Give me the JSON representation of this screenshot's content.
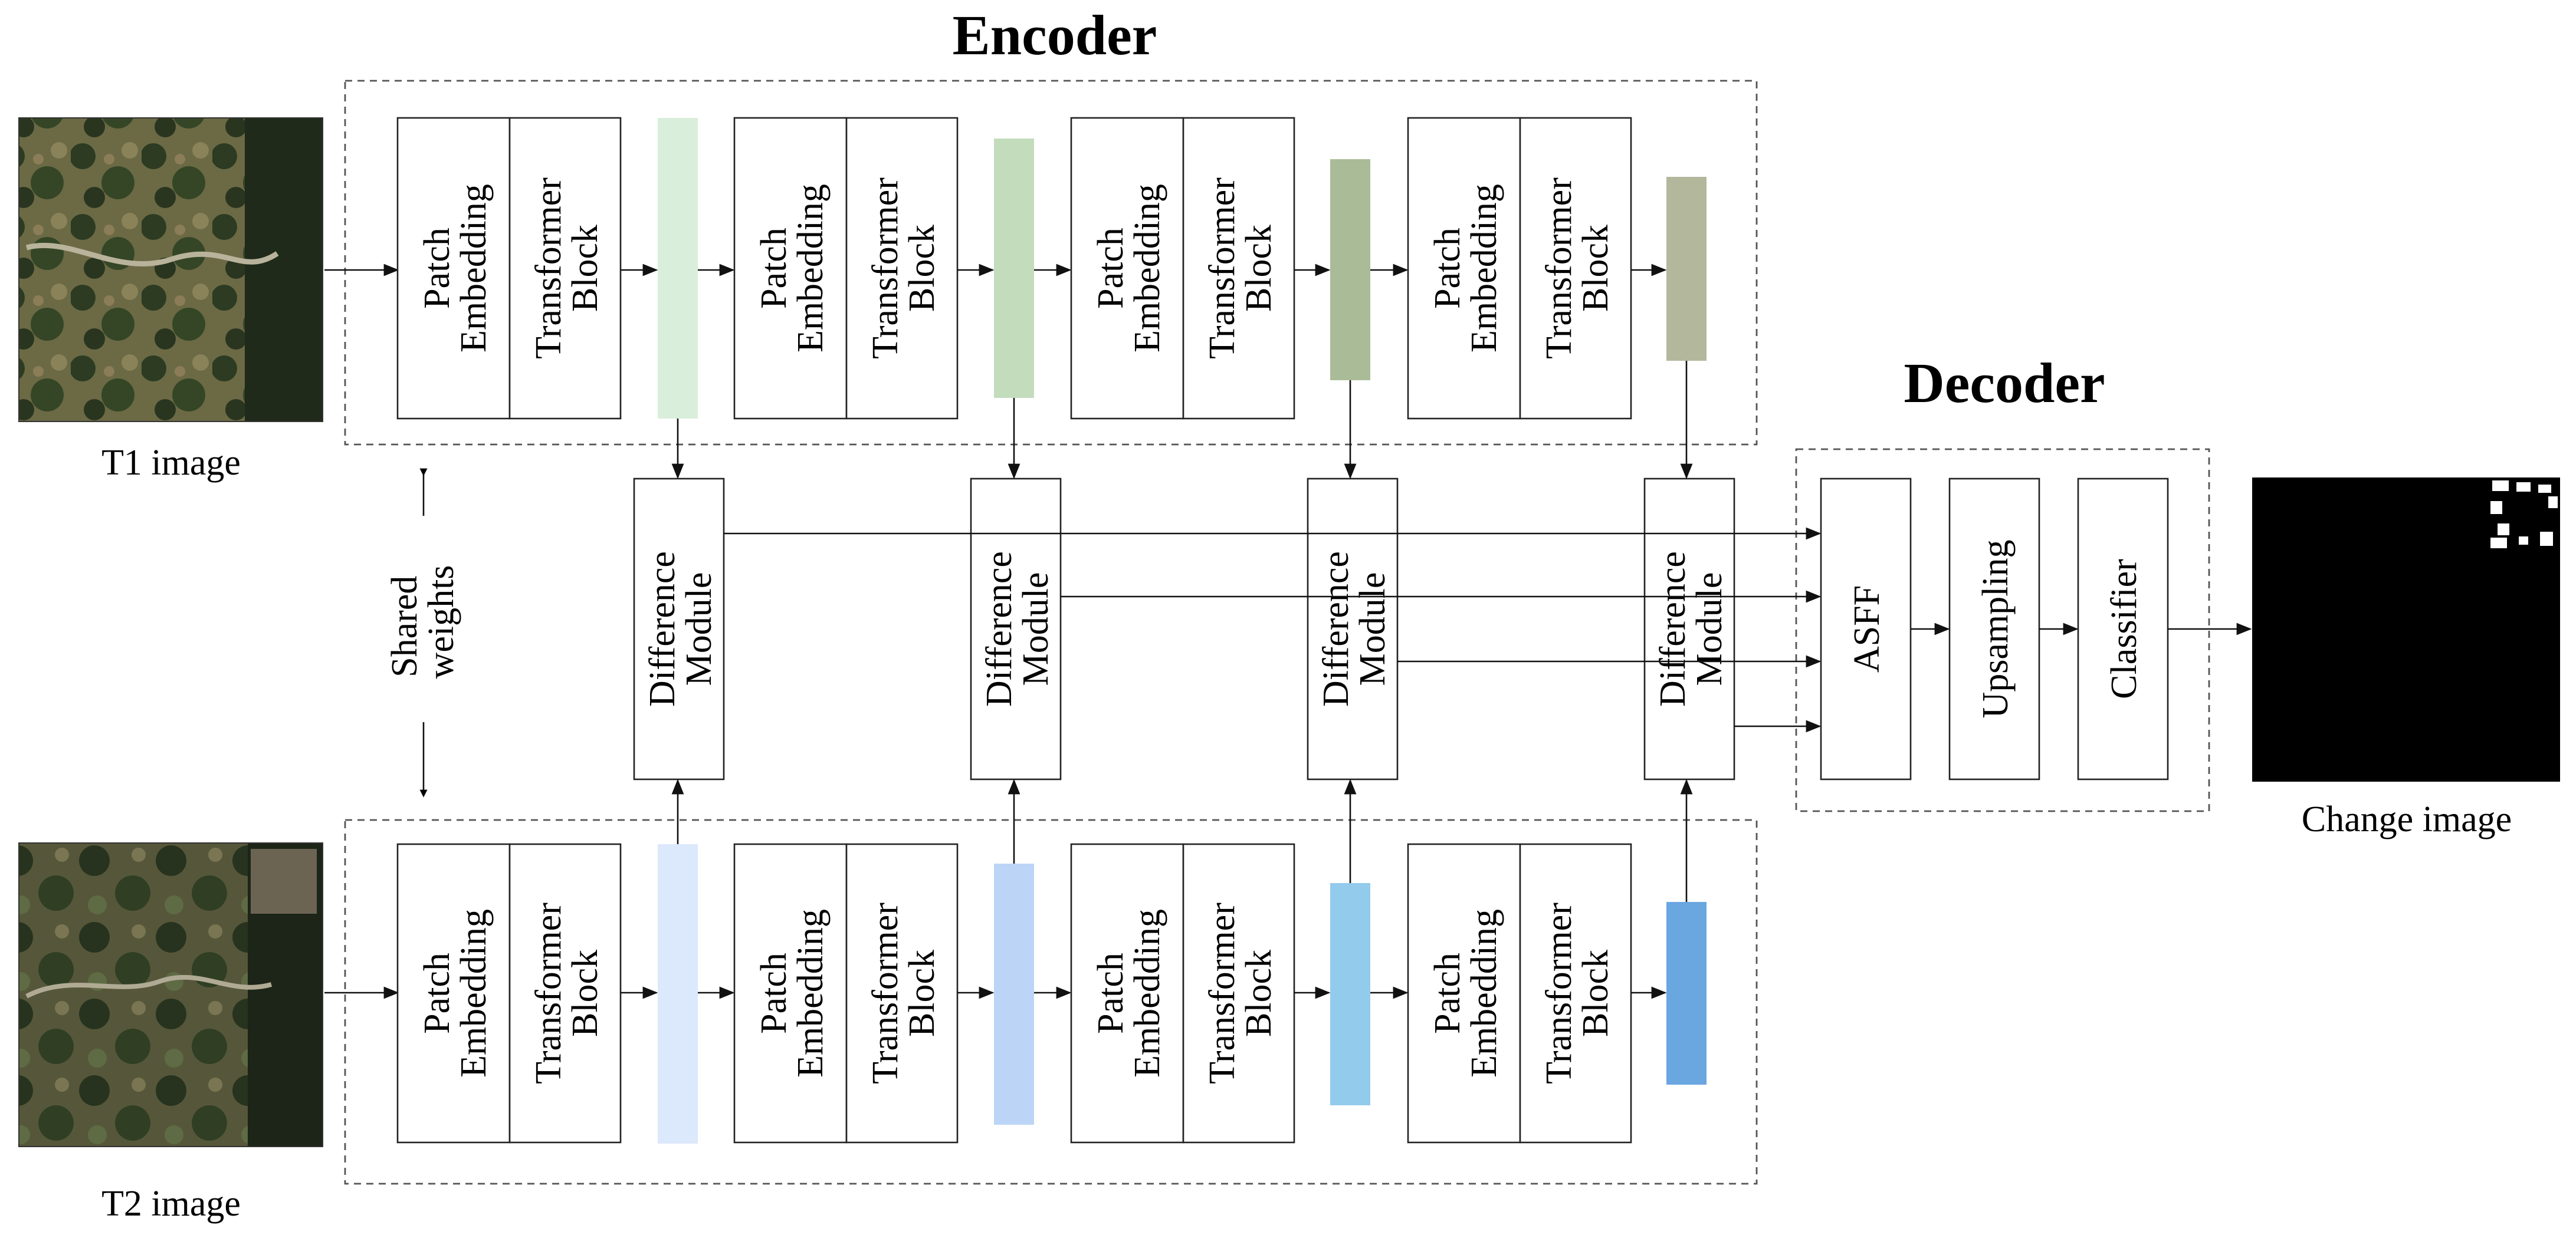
{
  "titles": {
    "encoder": "Encoder",
    "decoder": "Decoder"
  },
  "inputs": {
    "t1_label": "T1 image",
    "t2_label": "T2 image"
  },
  "output": {
    "label": "Change image"
  },
  "shared_weights": {
    "line1": "Shared",
    "line2": "weights"
  },
  "stage_block": {
    "patch_line1": "Patch",
    "patch_line2": "Embedding",
    "transformer_line1": "Transformer",
    "transformer_line2": "Block"
  },
  "difference_module": {
    "line1": "Difference",
    "line2": "Module"
  },
  "decoder_blocks": {
    "asff": "ASFF",
    "upsampling": "Upsampling",
    "classifier": "Classifier"
  },
  "colors": {
    "t1_features": [
      "#d9eedb",
      "#c3dcbc",
      "#a9bc97",
      "#b3b79c"
    ],
    "t2_features": [
      "#dce8fb",
      "#bcd5f6",
      "#93cbec",
      "#6aa6e0"
    ],
    "output_background": "#000000",
    "change_pixels": "#ffffff"
  }
}
